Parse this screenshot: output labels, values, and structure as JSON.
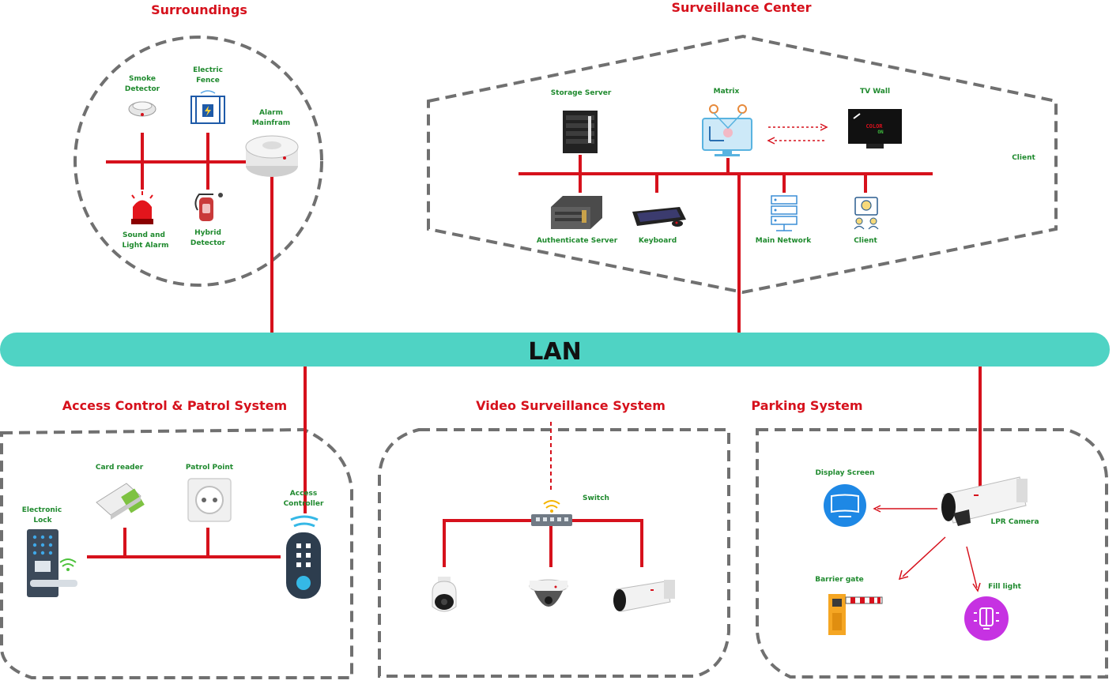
{
  "lan": {
    "label": "LAN"
  },
  "sections": {
    "surroundings": "Surroundings",
    "center": "Surveillance Center",
    "access": "Access Control & Patrol System",
    "video": "Video Surveillance System",
    "parking": "Parking System"
  },
  "surroundings": {
    "smoke": [
      "Smoke",
      "Detector"
    ],
    "fence": [
      "Electric",
      "Fence"
    ],
    "alarm_main": [
      "Alarm",
      "Mainfram"
    ],
    "sound_light": [
      "Sound and",
      "Light Alarm"
    ],
    "hybrid": [
      "Hybrid",
      "Detector"
    ]
  },
  "center": {
    "storage": "Storage Server",
    "matrix": "Matrix",
    "tv_wall": "TV Wall",
    "client_top": "Client",
    "auth": "Authenticate Server",
    "keyboard": "Keyboard",
    "main_network": "Main Network",
    "client": "Client",
    "tv_screen_text": [
      "COLOR",
      "ON"
    ]
  },
  "access": {
    "card_reader": "Card reader",
    "patrol": "Patrol Point",
    "lock": [
      "Electronic",
      "Lock"
    ],
    "controller": [
      "Access",
      "Controller"
    ]
  },
  "video": {
    "switch": "Switch"
  },
  "parking": {
    "display": "Display Screen",
    "lpr": "LPR Camera",
    "barrier": "Barrier gate",
    "fill": "Fill light"
  },
  "colors": {
    "wire": "#d6111c",
    "lan": "#4fd3c4",
    "label": "#1f8a2e",
    "title": "#d6111c",
    "border": "#707070"
  }
}
